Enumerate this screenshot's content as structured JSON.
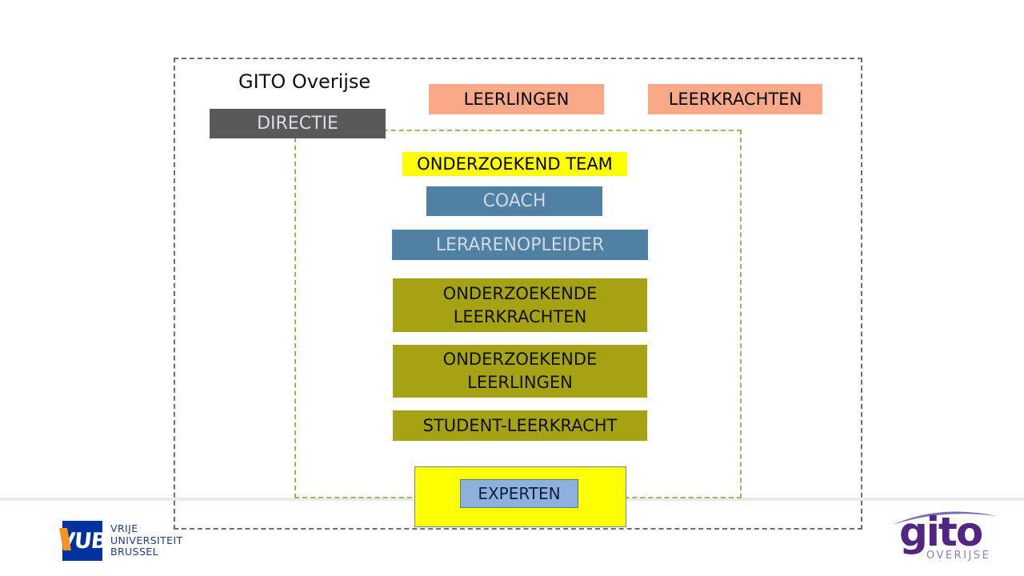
{
  "slide": {
    "title": "GITO Overijse"
  },
  "org": {
    "directie": "DIRECTIE",
    "leerlingen": "LEERLINGEN",
    "leerkrachten": "LEERKRACHTEN",
    "onderzoekend_team": "ONDERZOEKEND TEAM",
    "coach": "COACH",
    "lerarenopleider": "LERARENOPLEIDER",
    "onderzoekende_leerkrachten": "ONDERZOEKENDE LEERKRACHTEN",
    "onderzoekende_leerlingen": "ONDERZOEKENDE LEERLINGEN",
    "student_leerkracht": "STUDENT-LEERKRACHT",
    "experten": "EXPERTEN"
  },
  "logos": {
    "vub": {
      "acronym": "VUB",
      "line1": "VRIJE",
      "line2": "UNIVERSITEIT",
      "line3": "BRUSSEL"
    },
    "gito": {
      "wordmark": "gito",
      "subtitle": "OVERIJSE"
    }
  },
  "colors": {
    "salmon": "#F9A988",
    "steel_blue": "#4E81A4",
    "olive": "#A5A314",
    "highlight_yellow": "#FFFF00",
    "directie_gray": "#595959",
    "outer_border_gray": "#6F6F6F",
    "inner_border_green": "#9BBB59",
    "experten_fill": "#8DB0DC",
    "experten_box_yellow": "#FFFF00",
    "vub_blue": "#0033A0",
    "vub_orange": "#F7941E",
    "gito_purple": "#522583",
    "gito_light_purple": "#8A7CC2"
  }
}
